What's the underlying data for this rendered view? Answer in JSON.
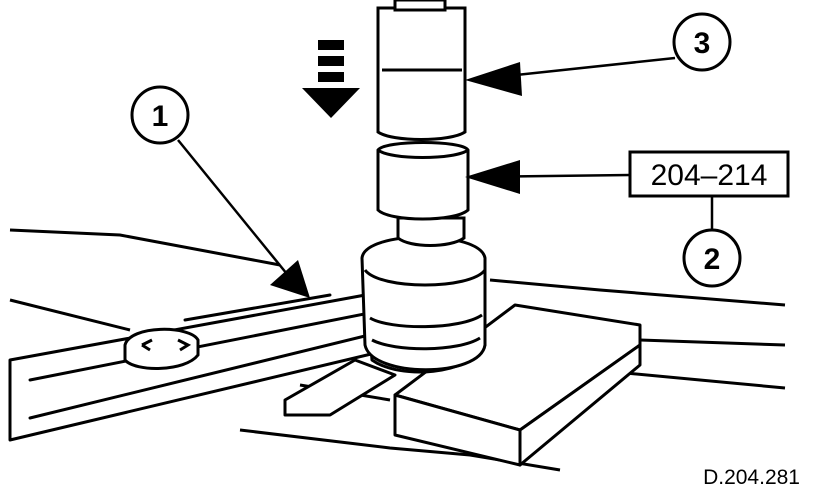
{
  "callouts": {
    "one": "1",
    "two": "2",
    "three": "3"
  },
  "tool_number": "204–214",
  "figure_id": "D.204.281",
  "colors": {
    "ink": "#000000",
    "paper": "#ffffff"
  }
}
